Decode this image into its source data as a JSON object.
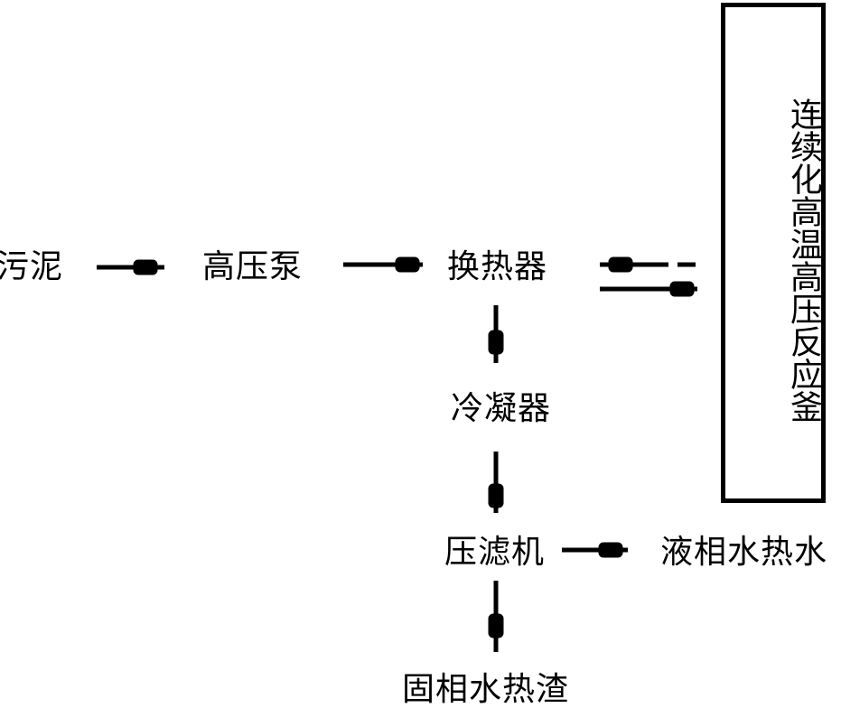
{
  "nodes": {
    "sludge": "污泥",
    "pump": "高压泵",
    "heat_exchanger": "换热器",
    "condenser": "冷凝器",
    "filter_press": "压滤机",
    "liquid_product": "液相水热水",
    "solid_product": "固相水热渣",
    "reactor": "连续化高温高压反应釜"
  },
  "colors": {
    "ink": "#000000",
    "background": "#ffffff"
  }
}
